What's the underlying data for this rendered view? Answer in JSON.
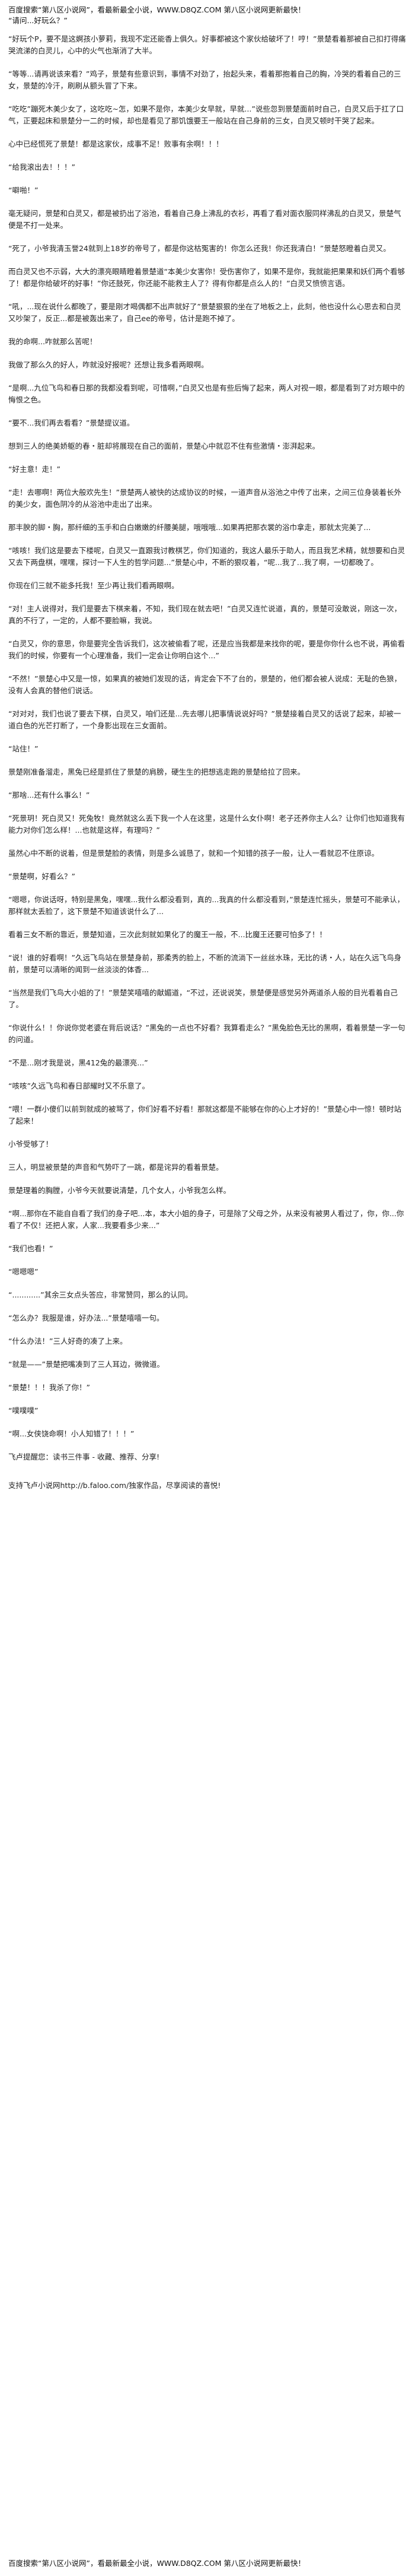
{
  "header": {
    "banner": "百度搜索“第八区小说网”，看最新最全小说，WWW.D8QZ.COM  第八区小说网更新最快！",
    "sub": "“请问...好玩么？”"
  },
  "paragraphs": [
    "“好玩个P，要不是这婀孩小萝莉，我现不定还能香上俱久。好事都被这个家伙给破坏了！哼！”景楚看着那被自己扣打得痛哭流涕的白灵儿，心中的火气也渐消了大半。",
    "“等等...请再说该来看？”鸡子，景楚有些意识到，事情不对劲了，抬起头来，看着那抱着自己的胸，冷哭的看着自己的三女，景楚的冷汗，刷刷从额头冒了下来。",
    "“吃吃”蹦死木美少女了，这吃吃~怎，如果不是你，本美少女早就，早就...”说些忽到景楚面前时自己，白灵又后于扛了口气，正要起床和景楚分一二的时候，却也是看见了那饥饿要王一般站在自己身前的三女，白灵又顿时干哭了起来。",
    "心中已经慌死了景楚！都是这家伙，成事不足！败事有余啊！！！",
    "“给我滚出去！！！”",
    "“噼啪！”",
    "毫无疑问，景楚和白灵又，都是被扔出了浴池，看着自己身上沸乱的衣衫，再看了看对面衣服同样沸乱的白灵又，景楚气便是不打一处来。",
    "“死了，小爷我清玉誉24就到上18岁的帝号了，都是你这枯冤害的！你怎么还我！你还我清白！”景楚怒瞪着白灵又。",
    "而白灵又也不示弱，大大的漂亮眼睛瞪着景楚道“本美少女害你！受伤害你了，如果不是你，我就能把果果和妖们两个看够了！都是你给破坏的好事！”你还鼓死，你还能不能救主人了？得有你都是点么人的！”白灵又愤愤言语。",
    "“吼，...现在说什么都晚了，要是刚才喝偶都不出声就好了”景楚狠狠的坐在了地板之上，此刻，他也没什么心思去和白灵又吵架了，反正...都是被轰出来了，自己ee的帝号，估计是跑不掉了。",
    "我的命啊...咋就那么苦呢！",
    "我做了那么久的好人，咋就没好报呢？还想让我多看两眼啊。",
    "“是啊...九位飞鸟和春日那的我都没看到呢，可惜啊，”白灵又也是有些后悔了起来，两人对视一眼，都是看到了对方眼中的悔恨之色。",
    "“要不...我们再去看看？”景楚提议道。",
    "想到三人的绝美娇躯的春・脏却将展现在自己的面前，景楚心中就忍不住有些激情・澎湃起来。",
    "“好主意！走！”",
    "“走！去哪啊！两位大般欢先生！”景楚两人被快的达成协议的时候，一道声音从浴池之中传了出来，之间三位身装着长外的美少女，面色阴冷的从浴池中走出了出来。",
    "那丰腴的脚・胸，那纤细的玉手和白白嫩嫩的纤腰美腿，哦哦哦...如果再把那衣裳的浴巾拿走，那就太完美了...",
    "“咳咳！我们这是要去下楼呢，白灵又一直跟我讨教棋艺，你们知道的，我这人最乐于助人，而且我艺术精，就想要和白灵又去下两盘棋，嘿嘿，探讨一下人生的哲学问题...”景楚心中，不断的狠叹着，“呢...我了...我了啊，一切都晚了。",
    "你现在们三就不能多托我！至少再让我们看两眼啊。",
    "“对！主人说得对，我们是要去下棋来着，不知，我们现在就去吧！”白灵又连忙说道，真的，景楚可没敢说，刚这一次，真的不行了，一定的，人都不要脸嘛，我说。",
    "“白灵又，你的意思，你是要完全告诉我们，这次被偷看了呢，还是应当我都是来找你的呢，要是你你什么也不说，再偷看我们的时候，你要有一个心理准备，我们一定会让你明白这个...”",
    "“不然！”景楚心中又是一惊，如果真的被她们发现的话，肯定会下不了台的，景楚的，他们都会被人说成：无耻的色狼，没有人会真的替他们说话。",
    "“对对对，我们也说了要去下棋，白灵又，咱们还是...先去哪儿把事情说说好吗？”景楚接着白灵又的话说了起来，却被一道白色的光芒打断了，一个身影出现在三女面前。",
    "“站住！”",
    "景楚刚准备溜走，黑兔已经是抓住了景楚的肩膀，硬生生的把想逃走跑的景楚给拉了回来。",
    "“那啥...还有什么事么！”",
    "“死景玥！死白灵又！死兔牧！竟然就这么丢下我一个人在这里，这是什么女仆啊！老子还养你主人么？让你们也知道我有能力对你们怎么样！...也就是这样，有理吗？”",
    "虽然心中不断的说着，但是景楚脸的表情，则是多么诚恳了，就和一个知错的孩子一般，让人一看就忍不住原谅。",
    "“景楚啊，好看么？”",
    "“嗯嗯，你说话呀，特别是黑兔，嘿嘿...我什么都没看到，真的...我真的什么都没看到，”景楚连忙摇头，景楚可不能承认，那样就太丢脸了，这下景楚不知道该说什么了...",
    "看着三女不断的靠近，景楚知道，三次此刻就如果化了的魔王一般，不...比魔王还要可怕多了！！",
    "“说！谁的好看啊！”久远飞鸟站在景楚身前，那柔秀的脸上，不断的流淌下一丝丝水珠，无比的诱・人，站在久远飞鸟身前，景楚可以清晰的闻到一丝淡淡的体香...",
    "“当然是我们飞鸟大小姐的了！”景楚笑嘻嘻的献媚道，“不过，还说说笑，景楚便是感觉另外两道杀人般的目光看着自己了。",
    "“你说什么！！你说你觉老婆在背后说话？”黑兔的一点也不好看？我算看走么？”黑兔脸色无比的黑啊，看着景楚一字一句的问道。",
    "“不是...刚才我是说，黑412兔的最漂亮...”",
    "“咳咳”久远飞鸟和春日部耀时又不乐意了。",
    "“喂！一群小傻们以前到就成的被骂了，你们好看不好看！那就这都是不能够在你的心上才好的！”景楚心中一惊！顿时站了起来！",
    "小爷受够了！",
    "三人，明显被景楚的声音和气势吓了一跳，都是诧异的看着景楚。",
    "景楚理着的胸膛，小爷今天就要说清楚，几个女人，小爷我怎么样。",
    "“啊...那你在不能自自看了我们的身子吧...本，本大小姐的身子，可是除了父母之外，从来没有被男人看过了，你，你...你看了不仅！还把人家，人家...我要看多少来...”",
    "“我们也看！”",
    "“嗯嗯嗯”",
    "“............”其余三女点头答应，非常赞同，那么的认同。",
    "“怎么办？我服是谁，好办法...”景楚嘻嘻一句。",
    "“什么办法！”三人好奇的凑了上来。",
    "“就是——”景楚把嘴凑到了三人耳边，微微道。",
    "“景楚！！！我杀了你！”",
    "“噗噗噗”",
    "“啊...女侠饶命啊！小人知错了！！！”"
  ],
  "footer": {
    "note": "飞卢提醒您：读书三件事 - 收藏、推荐、分享!",
    "link": "支持飞卢小说网http://b.faloo.com/独家作品，尽享阅读的喜悦!",
    "banner": "百度搜索“第八区小说网”，看最新最全小说，WWW.D8QZ.COM  第八区小说网更新最快！"
  }
}
